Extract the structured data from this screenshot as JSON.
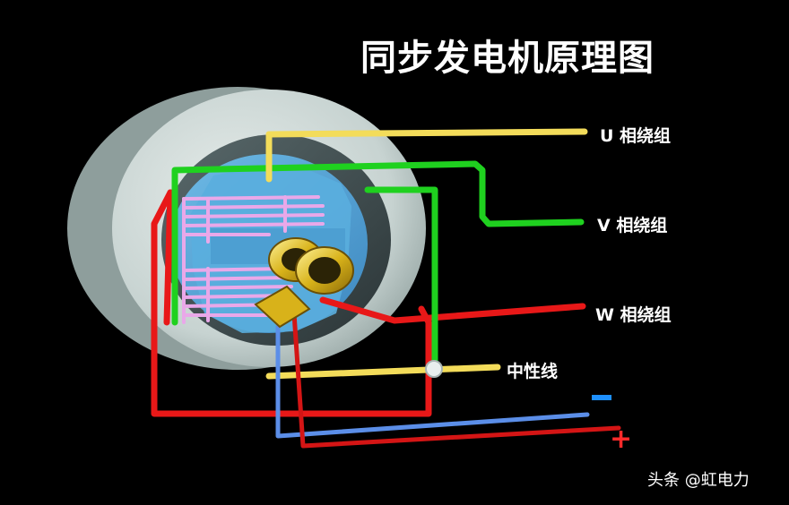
{
  "diagram": {
    "title": "同步发电机原理图",
    "labels": {
      "u_winding": "U 相绕组",
      "v_winding": "V 相绕组",
      "w_winding": "W 相绕组",
      "neutral": "中性线",
      "minus": "-",
      "plus": "+"
    },
    "colors": {
      "u_phase": "#f3dc5a",
      "v_phase": "#1fd11f",
      "w_phase": "#e81818",
      "neutral": "#f3dc5a",
      "dc_minus": "#5b8ee8",
      "dc_plus": "#d41515",
      "coil": "#e9a8e9",
      "slip_ring": "#d8b21a",
      "stator": "#cfdad8",
      "rotor_core": "#4aa3d8"
    }
  },
  "watermark": "头条 @虹电力"
}
